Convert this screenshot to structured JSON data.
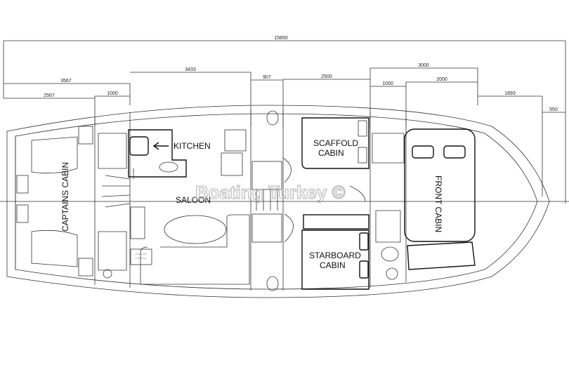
{
  "dimensions": {
    "overall": "15850",
    "stern_to_saloon": "3567",
    "captains_cabin": "2567",
    "stair_1": "1000",
    "saloon": "3433",
    "passage": "907",
    "mid_cabins": "2500",
    "front_section": "3000",
    "front_1": "1000",
    "front_2": "2000",
    "bow": "1893",
    "bow_tip": "550"
  },
  "rooms": {
    "kitchen": "KITCHEN",
    "saloon": "SALOON",
    "captains_cabin": "CAPTAINS CABIN",
    "scaffold_cabin_1": "SCAFFOLD",
    "scaffold_cabin_2": "CABIN",
    "starboard_cabin_1": "STARBOARD",
    "starboard_cabin_2": "CABIN",
    "front_cabin": "FRONT CABIN"
  },
  "watermark": "Boating Turkey ©",
  "colors": {
    "line": "#333333",
    "background": "#ffffff"
  }
}
